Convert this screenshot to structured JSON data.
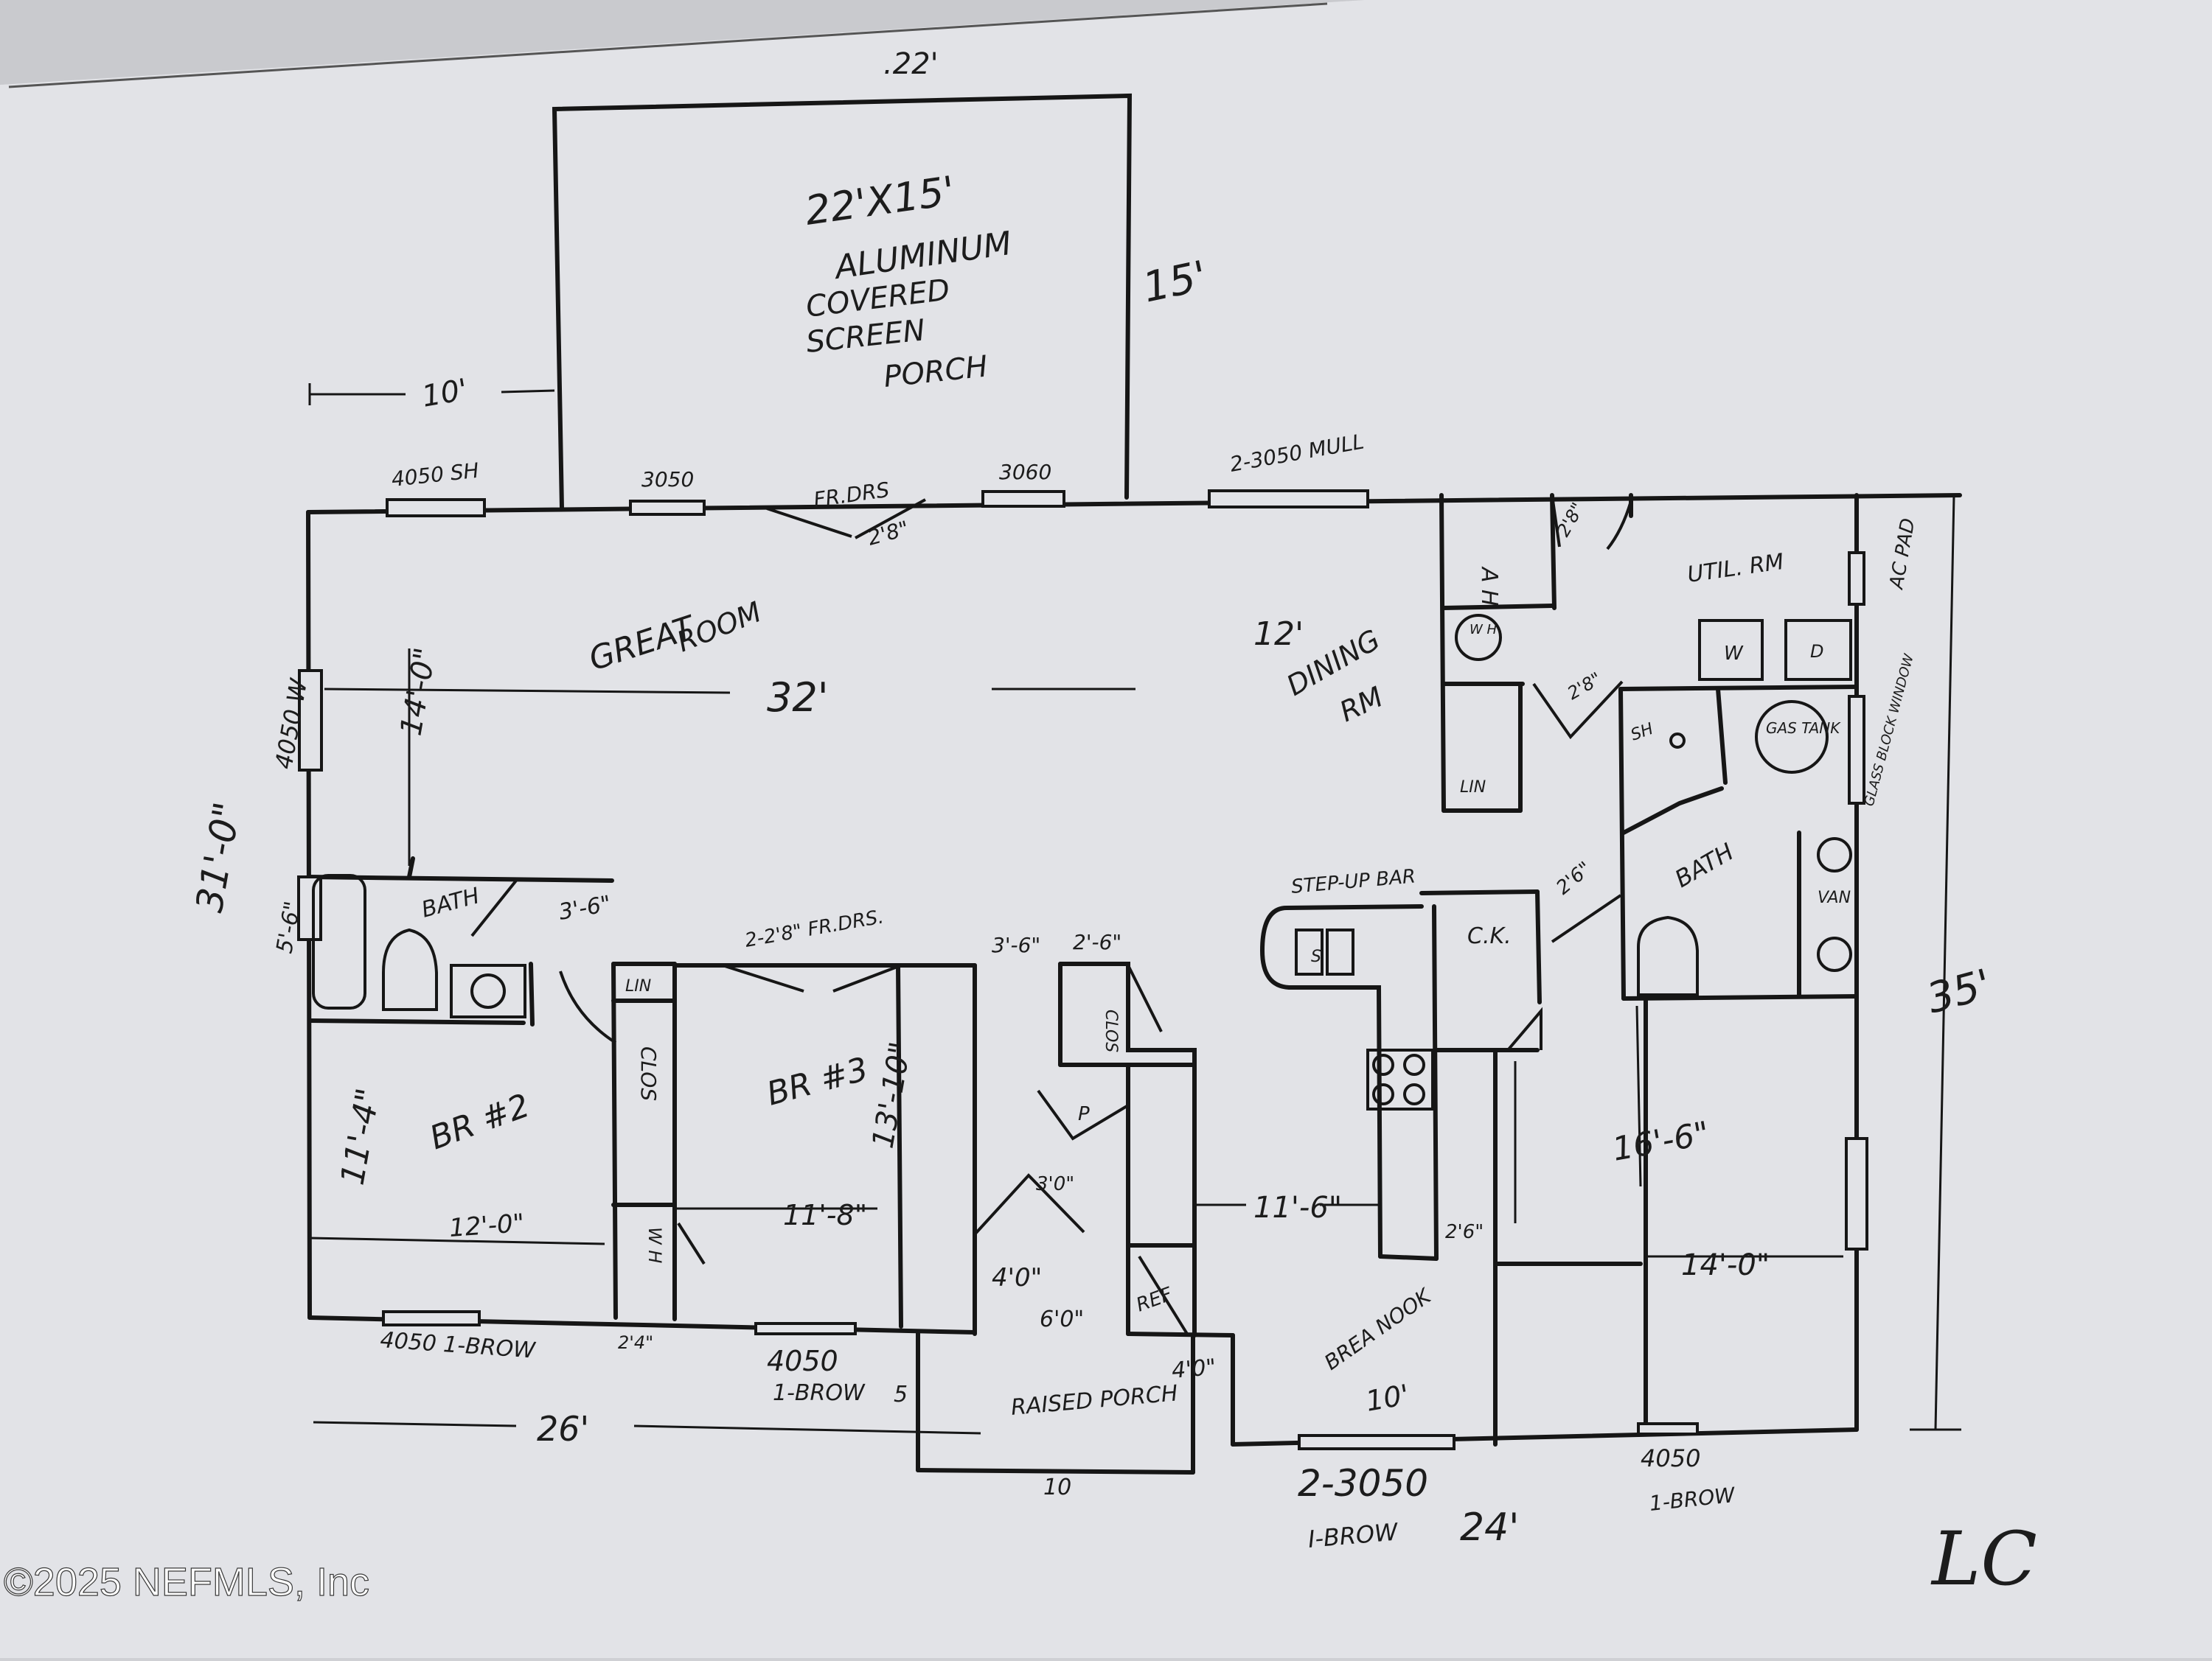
{
  "watermark": "©2025 NEFMLS, Inc",
  "initials": "LC",
  "porch": {
    "width_label": ".22'",
    "depth_label": "15'",
    "size": "22'X15'",
    "desc1": "ALUMINUM",
    "desc2": "COVERED",
    "desc3": "SCREEN",
    "desc4": "PORCH",
    "offset": "10'"
  },
  "top_wall": {
    "win_left": "4050 SH",
    "win_mid": "3050",
    "doors": "FR.DRS",
    "door_size": "2'8\"",
    "win_right": "3060",
    "win_mull": "2-3050 MULL"
  },
  "great_room": {
    "name1": "GREAT",
    "name2": "ROOM",
    "width": "32'",
    "depth": "14'-0\""
  },
  "dining": {
    "name1": "DINING",
    "name2": "RM",
    "width": "12'"
  },
  "left_side": {
    "overall": "31'-0\"",
    "window": "4050 W",
    "window2": "5'-6\""
  },
  "bath2": {
    "name": "BATH",
    "dim": "3'-6\""
  },
  "br2": {
    "name": "BR #2",
    "depth": "11'-4\"",
    "width": "12'-0\""
  },
  "closets": {
    "lin": "LIN",
    "clos": "CLOS",
    "wh": "W H",
    "door": "2'4\""
  },
  "br3": {
    "doors": "2-2'8\" FR.DRS.",
    "name": "BR #3",
    "depth": "13'-10\"",
    "width": "11'-8\""
  },
  "hall": {
    "dim1": "3'-6\"",
    "dim2": "2'-6\"",
    "clos": "CLOS",
    "pantry": "P",
    "door": "3'0\"",
    "dim3": "4'0\"",
    "dim4": "6'0\""
  },
  "kitchen": {
    "stepup": "STEP-UP BAR",
    "ck": "C.K.",
    "dim": "11'-6\"",
    "door": "2'6\"",
    "ref": "REF",
    "sink": "S"
  },
  "breakfast": {
    "name": "BREA NOOK",
    "dim": "10'",
    "win": "2-3050",
    "brow": "I-BROW"
  },
  "bottom": {
    "win1": "4050 1-BROW",
    "dim24": "2'4\"",
    "win2": "4050",
    "brow2": "1-BROW",
    "overall": "26'",
    "porch": "RAISED PORCH",
    "porch_width": "10",
    "porch_depth": "4'0\"",
    "five": "5",
    "right_overall": "24'"
  },
  "utility": {
    "name": "UTIL. RM",
    "ah": "A H",
    "wh": "W H",
    "lin": "LIN",
    "door": "2'8\"",
    "door2": "2'8\"",
    "washer": "W",
    "dryer": "D",
    "tank": "GAS TANK",
    "ac": "AC PAD",
    "glass": "GLASS BLOCK WINDOW"
  },
  "master_bath": {
    "name": "BATH",
    "sh": "SH",
    "van": "VAN",
    "door": "2'6\""
  },
  "master": {
    "depth": "16'-6\"",
    "width": "14'-0\"",
    "win": "4050",
    "brow": "1-BROW",
    "overall": "35'"
  }
}
